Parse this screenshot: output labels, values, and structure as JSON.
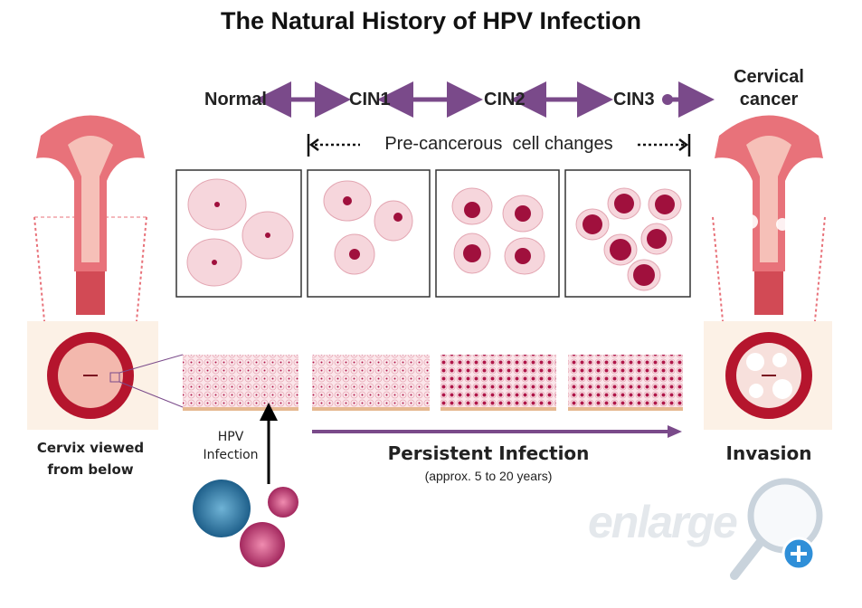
{
  "title": "The Natural History of HPV Infection",
  "stages": [
    "Normal",
    "CIN1",
    "CIN2",
    "CIN3"
  ],
  "cancer_label": "Cervical cancer",
  "precancer_label": "Pre-cancerous  cell changes",
  "cervix_label": "Cervix viewed from below",
  "hpv_label": "HPV Infection",
  "persistent_label": "Persistent Infection",
  "persistent_sub": "(approx. 5 to 20 years)",
  "invasion_label": "Invasion",
  "watermark": "enlarge",
  "colors": {
    "arrow": "#7a4a8a",
    "cell": "#f6d6dc",
    "nucleus": "#a0103d",
    "uterus": "#e8727a"
  }
}
